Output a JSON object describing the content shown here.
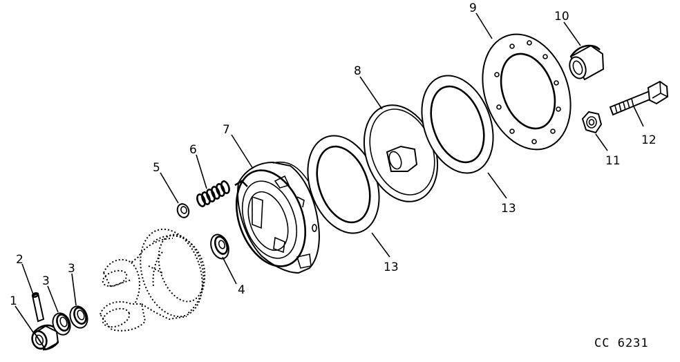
{
  "diagram": {
    "code": "CC 6231",
    "callouts": {
      "c1": "1",
      "c2": "2",
      "c3a": "3",
      "c3b": "3",
      "c4": "4",
      "c5": "5",
      "c6": "6",
      "c7": "7",
      "c8": "8",
      "c9": "9",
      "c10": "10",
      "c11": "11",
      "c12": "12",
      "c13a": "13",
      "c13b": "13"
    }
  }
}
